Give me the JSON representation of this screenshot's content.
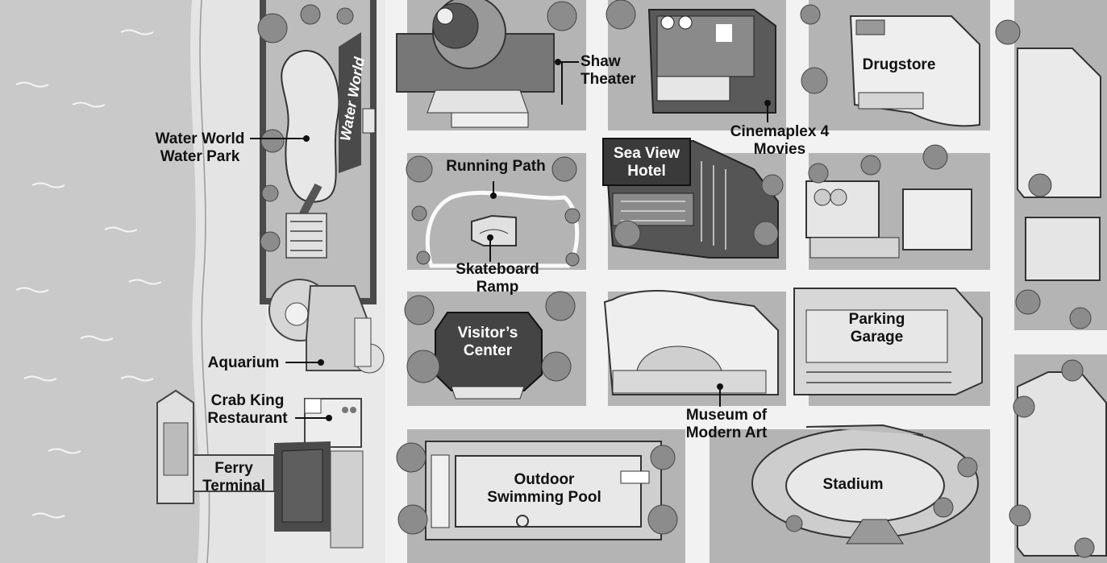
{
  "map": {
    "water_park_sign": "Water World",
    "labels": {
      "water_world": [
        "Water World",
        "Water Park"
      ],
      "shaw_theater": [
        "Shaw",
        "Theater"
      ],
      "cinemaplex": [
        "Cinemaplex 4",
        "Movies"
      ],
      "drugstore": [
        "Drugstore"
      ],
      "running_path": [
        "Running Path"
      ],
      "skateboard_ramp": [
        "Skateboard",
        "Ramp"
      ],
      "sea_view_hotel": [
        "Sea View",
        "Hotel"
      ],
      "visitors_center": [
        "Visitor’s",
        "Center"
      ],
      "museum": [
        "Museum of",
        "Modern Art"
      ],
      "parking_garage": [
        "Parking",
        "Garage"
      ],
      "aquarium": [
        "Aquarium"
      ],
      "crab_king": [
        "Crab King",
        "Restaurant"
      ],
      "ferry_terminal": [
        "Ferry",
        "Terminal"
      ],
      "swimming_pool": [
        "Outdoor",
        "Swimming Pool"
      ],
      "stadium": [
        "Stadium"
      ]
    },
    "colors": {
      "water": "#c9c9c9",
      "beach": "#e4e4e4",
      "block": "#b4b4b4",
      "street": "#f2f2f2",
      "building_light": "#ededed",
      "building_mid": "#b9b9b9",
      "building_dark": "#4a4a4a",
      "tree": "#8c8c8c"
    }
  }
}
